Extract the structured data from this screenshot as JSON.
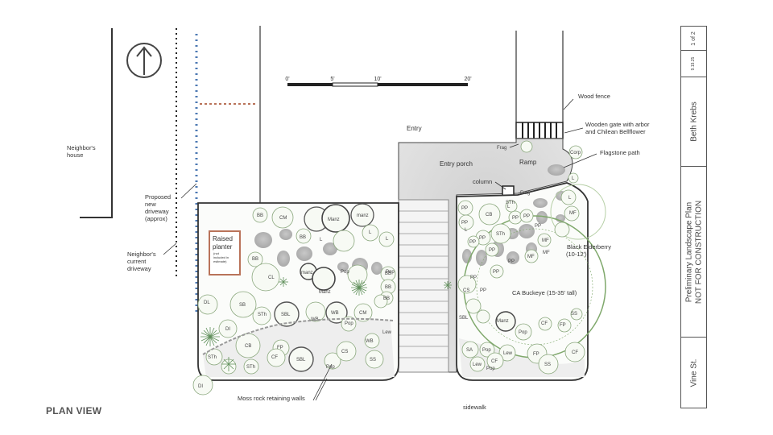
{
  "labels": {
    "neighbors_house": [
      "Neighbor's",
      "house"
    ],
    "proposed_driveway": [
      "Proposed",
      "new",
      "driveway",
      "(approx)"
    ],
    "current_driveway": [
      "Neighbor's",
      "current",
      "driveway"
    ],
    "raised_planter": [
      "Raised",
      "planter"
    ],
    "raised_planter_note": [
      "(not",
      "included in",
      "estimate)"
    ],
    "scale_ticks": [
      "0'",
      "5'",
      "10'",
      "20'"
    ],
    "entry": "Entry",
    "entry_porch": "Entry porch",
    "ramp": "Ramp",
    "column": "column",
    "wood_fence": "Wood fence",
    "wooden_gate": [
      "Wooden gate with arbor",
      "and Chilean Bellflower"
    ],
    "flagstone_path": "Flagstone path",
    "black_elderberry": [
      "Black Elderberry",
      "(10-12')"
    ],
    "ca_buckeye": "CA Buckeye (15-35' tall)",
    "moss_rock": "Moss rock retaining walls",
    "sidewalk": "sidewalk",
    "plan_view": "PLAN VIEW"
  },
  "plant_codes": [
    "BB",
    "CM",
    "Manz",
    "manz",
    "BB",
    "L",
    "L",
    "L",
    "BB",
    "Pop",
    "CL",
    "manz",
    "Pop",
    "BB",
    "BB",
    "BB",
    "DL",
    "SB",
    "STh",
    "Manz",
    "SBL",
    "WB",
    "WB",
    "CM",
    "Pop",
    "DI",
    "CB",
    "FP",
    "Lew",
    "WB",
    "STh",
    "CF",
    "SBL",
    "CS",
    "SS",
    "STh",
    "Pop",
    "DI",
    "PP",
    "PP",
    "CB",
    "STh",
    "L",
    "PP",
    "PP",
    "L",
    "PP",
    "STh",
    "PP",
    "MF",
    "L",
    "MF",
    "MF",
    "PP",
    "PP",
    "MF",
    "PP",
    "PP",
    "PP",
    "CS",
    "PP",
    "SBL",
    "Manz",
    "Pop",
    "CF",
    "FP",
    "SS",
    "SA",
    "Pop",
    "Lew",
    "CF",
    "Lew",
    "Pop",
    "FP",
    "SS",
    "CF",
    "Frag",
    "Frag",
    "Corp",
    "L"
  ],
  "title_block": {
    "sheet": "1 of 2",
    "date": "9.19.25",
    "designer": "Beth Krebs",
    "title": "Preliminary Landscape Plan",
    "subtitle": "NOT FOR CONSTRUCTION",
    "street": "Vine St."
  }
}
